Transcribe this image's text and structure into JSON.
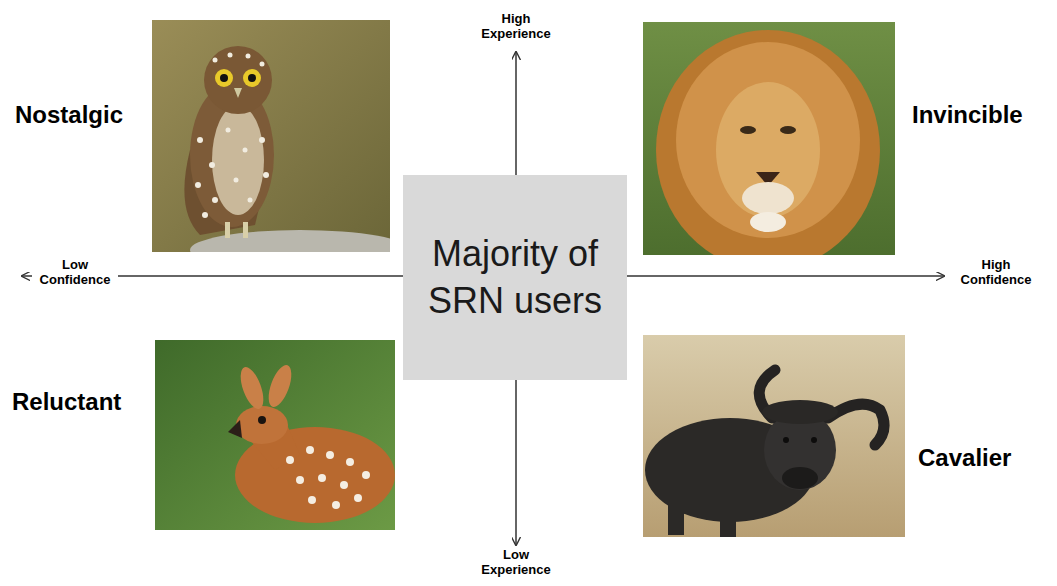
{
  "diagram": {
    "nodes": [
      {
        "text": [
          "Majority of SRN users"
        ]
      }
    ],
    "labels": [
      "High Experience",
      "Nostalgic",
      "Invincible",
      "Low Confidence",
      "High Confidence",
      "Reluctant",
      "Cavalier",
      "Low Experience"
    ]
  }
}
